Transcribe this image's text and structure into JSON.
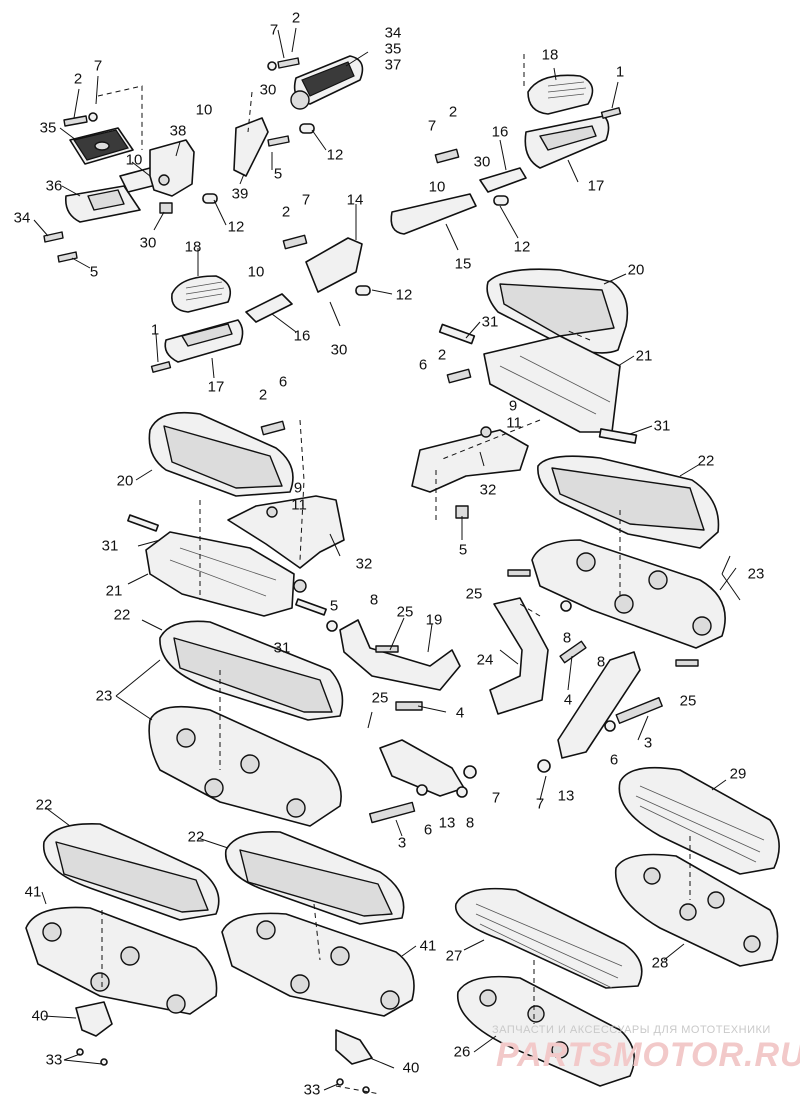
{
  "diagram": {
    "labels": [
      {
        "id": "l2a",
        "text": "2"
      },
      {
        "id": "l7a",
        "text": "7"
      },
      {
        "id": "l34a",
        "text": "34"
      },
      {
        "id": "l35a",
        "text": "35"
      },
      {
        "id": "l37",
        "text": "37"
      },
      {
        "id": "l2b",
        "text": "2"
      },
      {
        "id": "l7b",
        "text": "7"
      },
      {
        "id": "l10a",
        "text": "10"
      },
      {
        "id": "l35b",
        "text": "35"
      },
      {
        "id": "l10b",
        "text": "10"
      },
      {
        "id": "l38",
        "text": "38"
      },
      {
        "id": "l30a",
        "text": "30"
      },
      {
        "id": "l12a",
        "text": "12"
      },
      {
        "id": "l39",
        "text": "39"
      },
      {
        "id": "l5a",
        "text": "5"
      },
      {
        "id": "l36",
        "text": "36"
      },
      {
        "id": "l34b",
        "text": "34"
      },
      {
        "id": "l5b",
        "text": "5"
      },
      {
        "id": "l30b",
        "text": "30"
      },
      {
        "id": "l12b",
        "text": "12"
      },
      {
        "id": "l18a",
        "text": "18"
      },
      {
        "id": "l1a",
        "text": "1"
      },
      {
        "id": "l7c",
        "text": "7"
      },
      {
        "id": "l2c",
        "text": "2"
      },
      {
        "id": "l16a",
        "text": "16"
      },
      {
        "id": "l30c",
        "text": "30"
      },
      {
        "id": "l10c",
        "text": "10"
      },
      {
        "id": "l17a",
        "text": "17"
      },
      {
        "id": "l12c",
        "text": "12"
      },
      {
        "id": "l15",
        "text": "15"
      },
      {
        "id": "l14",
        "text": "14"
      },
      {
        "id": "l2d",
        "text": "2"
      },
      {
        "id": "l7d",
        "text": "7"
      },
      {
        "id": "l18b",
        "text": "18"
      },
      {
        "id": "l10d",
        "text": "10"
      },
      {
        "id": "l12d",
        "text": "12"
      },
      {
        "id": "l16b",
        "text": "16"
      },
      {
        "id": "l30d",
        "text": "30"
      },
      {
        "id": "l1b",
        "text": "1"
      },
      {
        "id": "l17b",
        "text": "17"
      },
      {
        "id": "l20a",
        "text": "20"
      },
      {
        "id": "l31a",
        "text": "31"
      },
      {
        "id": "l6a",
        "text": "6"
      },
      {
        "id": "l2e",
        "text": "2"
      },
      {
        "id": "l21a",
        "text": "21"
      },
      {
        "id": "l9a",
        "text": "9"
      },
      {
        "id": "l11a",
        "text": "11"
      },
      {
        "id": "l31b",
        "text": "31"
      },
      {
        "id": "l2f",
        "text": "2"
      },
      {
        "id": "l6b",
        "text": "6"
      },
      {
        "id": "l32a",
        "text": "32"
      },
      {
        "id": "l20b",
        "text": "20"
      },
      {
        "id": "l9b",
        "text": "9"
      },
      {
        "id": "l11b",
        "text": "11"
      },
      {
        "id": "l5c",
        "text": "5"
      },
      {
        "id": "l22a",
        "text": "22"
      },
      {
        "id": "l31c",
        "text": "31"
      },
      {
        "id": "l32b",
        "text": "32"
      },
      {
        "id": "l23a",
        "text": "23"
      },
      {
        "id": "l21b",
        "text": "21"
      },
      {
        "id": "l25a",
        "text": "25"
      },
      {
        "id": "l5d",
        "text": "5"
      },
      {
        "id": "l8a",
        "text": "8"
      },
      {
        "id": "l8b",
        "text": "8"
      },
      {
        "id": "l22b",
        "text": "22"
      },
      {
        "id": "l25b",
        "text": "25"
      },
      {
        "id": "l19",
        "text": "19"
      },
      {
        "id": "l31d",
        "text": "31"
      },
      {
        "id": "l24",
        "text": "24"
      },
      {
        "id": "l4a",
        "text": "4"
      },
      {
        "id": "l23b",
        "text": "23"
      },
      {
        "id": "l8c",
        "text": "8"
      },
      {
        "id": "l25c",
        "text": "25"
      },
      {
        "id": "l25d",
        "text": "25"
      },
      {
        "id": "l4b",
        "text": "4"
      },
      {
        "id": "l3a",
        "text": "3"
      },
      {
        "id": "l6c",
        "text": "6"
      },
      {
        "id": "l7e",
        "text": "7"
      },
      {
        "id": "l13a",
        "text": "13"
      },
      {
        "id": "l7f",
        "text": "7"
      },
      {
        "id": "l3b",
        "text": "3"
      },
      {
        "id": "l6d",
        "text": "6"
      },
      {
        "id": "l13b",
        "text": "13"
      },
      {
        "id": "l8d",
        "text": "8"
      },
      {
        "id": "l29",
        "text": "29"
      },
      {
        "id": "l22c",
        "text": "22"
      },
      {
        "id": "l22d",
        "text": "22"
      },
      {
        "id": "l41a",
        "text": "41"
      },
      {
        "id": "l41b",
        "text": "41"
      },
      {
        "id": "l27",
        "text": "27"
      },
      {
        "id": "l28",
        "text": "28"
      },
      {
        "id": "l40a",
        "text": "40"
      },
      {
        "id": "l33a",
        "text": "33"
      },
      {
        "id": "l26",
        "text": "26"
      },
      {
        "id": "l40b",
        "text": "40"
      },
      {
        "id": "l33b",
        "text": "33"
      }
    ]
  },
  "watermark": {
    "tagline": "ЗАПЧАСТИ И АКСЕССУАРЫ ДЛЯ МОТОТЕХНИКИ",
    "logo": "PARTSMOTOR.RU"
  }
}
